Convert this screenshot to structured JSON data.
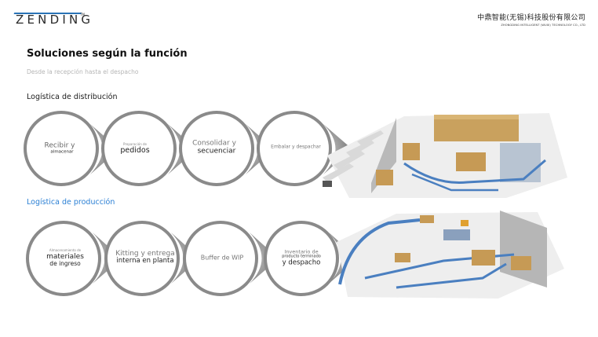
{
  "brand": {
    "logo_text": "ZENDING",
    "logo_tm": "TM",
    "corp_cn": "中鼎智能(无锡)科技股份有限公司",
    "corp_en": "ZHONGDING INTELLIGENT (WUXI) TECHNOLOGY CO., LTD",
    "accent_color": "#2a73b6"
  },
  "page": {
    "title": "Soluciones según la función",
    "subtitle": "Desde la recepción hasta el despacho"
  },
  "sections": [
    {
      "heading": "Logística de distribución",
      "heading_color": "#1a1a1a",
      "steps": [
        {
          "line1": "Recibir y",
          "line2": "almacenar"
        },
        {
          "line1": "Preparación de",
          "line2": "pedidos"
        },
        {
          "line1": "Consolidar y",
          "line2": "secuenciar"
        },
        {
          "line1": "Embalar y despachar",
          "line2": ""
        }
      ]
    },
    {
      "heading": "Logística de producción",
      "heading_color": "#2a7fd4",
      "steps": [
        {
          "line1": "Almacenamiento de",
          "line2": "materiales",
          "line3": "de ingreso"
        },
        {
          "line1": "Kitting y entrega",
          "line2": "interna en planta"
        },
        {
          "line1": "Buffer de WIP",
          "line2": ""
        },
        {
          "line1": "Inventario de",
          "line2": "producto terminado",
          "line3": "y despacho"
        }
      ]
    }
  ]
}
